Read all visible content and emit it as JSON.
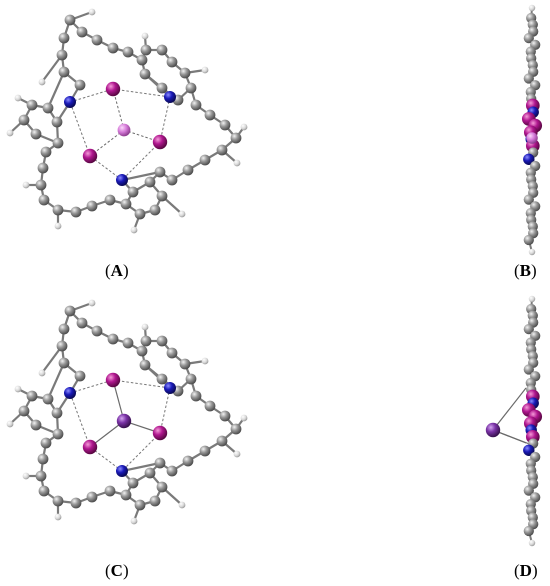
{
  "panels": [
    {
      "id": "A",
      "open": "(",
      "letter": "A",
      "close": ")",
      "view": "top",
      "central_atom": "light-violet",
      "central_bonds": "dashed"
    },
    {
      "id": "B",
      "open": "(",
      "letter": "B",
      "close": ")",
      "view": "side",
      "central_atom": "light-violet",
      "central_bonds": "dashed"
    },
    {
      "id": "C",
      "open": "(",
      "letter": "C",
      "close": ")",
      "view": "top",
      "central_atom": "purple",
      "central_bonds": "solid"
    },
    {
      "id": "D",
      "open": "(",
      "letter": "D",
      "close": ")",
      "view": "side",
      "central_atom": "purple",
      "central_bonds": "solid"
    }
  ],
  "colors": {
    "carbon": "#8a8a8a",
    "hydrogen": "#d9d9d9",
    "nitrogen": "#1a1ab8",
    "phosphorus": "#b0178f",
    "center_light": "#d57ad8",
    "center_dark": "#7a33a6",
    "bond": "#808080"
  }
}
